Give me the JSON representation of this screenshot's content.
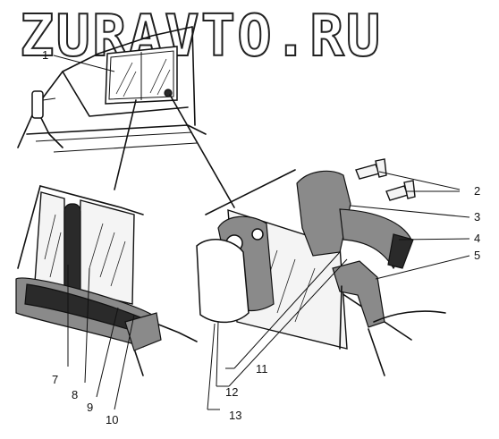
{
  "watermark": "ZURAVTO.RU",
  "callouts": [
    {
      "id": "1",
      "text": "1"
    },
    {
      "id": "2",
      "text": "2"
    },
    {
      "id": "3",
      "text": "3"
    },
    {
      "id": "4",
      "text": "4"
    },
    {
      "id": "5",
      "text": "5"
    },
    {
      "id": "7",
      "text": "7"
    },
    {
      "id": "8",
      "text": "8"
    },
    {
      "id": "9",
      "text": "9"
    },
    {
      "id": "10",
      "text": "10"
    },
    {
      "id": "11",
      "text": "11"
    },
    {
      "id": "12",
      "text": "12"
    },
    {
      "id": "13",
      "text": "13"
    }
  ]
}
